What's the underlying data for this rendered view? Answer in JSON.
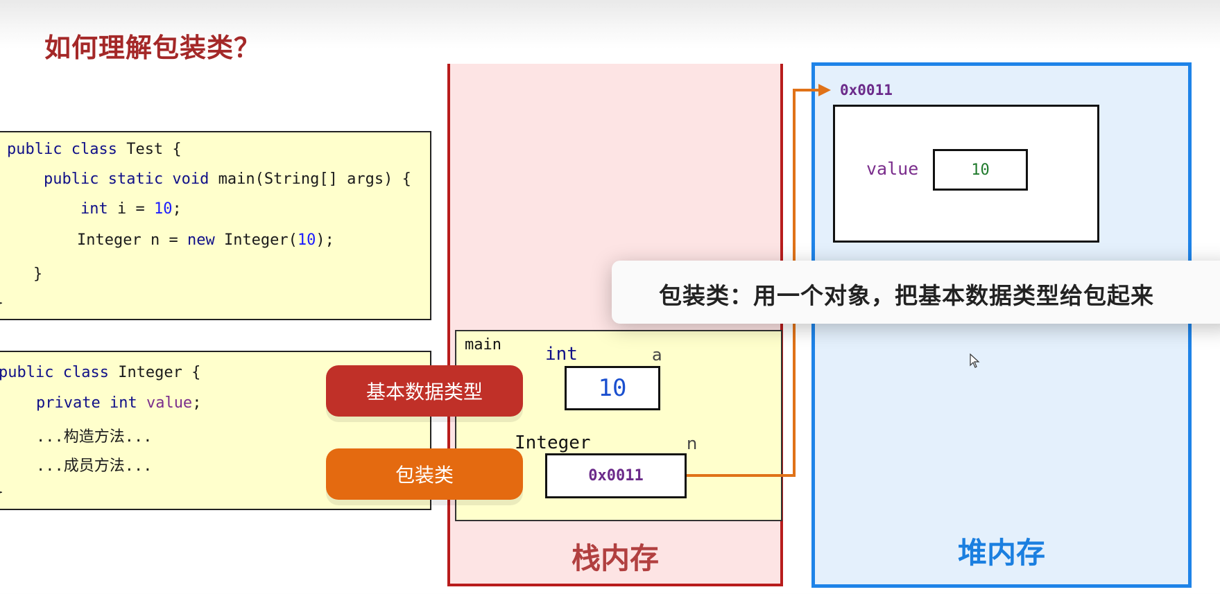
{
  "title": "如何理解包装类？",
  "code_test": {
    "l1": [
      {
        "t": "public class",
        "c": "kw"
      },
      {
        "t": " Test {",
        "c": ""
      }
    ],
    "l2": [
      {
        "t": "public static void",
        "c": "kw"
      },
      {
        "t": " main(String[] args) {",
        "c": ""
      }
    ],
    "l3": [
      {
        "t": "int",
        "c": "kw"
      },
      {
        "t": " i = ",
        "c": ""
      },
      {
        "t": "10",
        "c": "num"
      },
      {
        "t": ";",
        "c": ""
      }
    ],
    "l4": [
      {
        "t": "Integer n = ",
        "c": ""
      },
      {
        "t": "new",
        "c": "kw"
      },
      {
        "t": " Integer(",
        "c": ""
      },
      {
        "t": "10",
        "c": "num"
      },
      {
        "t": ");",
        "c": ""
      }
    ],
    "l5": [
      {
        "t": "}",
        "c": ""
      }
    ],
    "l6": [
      {
        "t": "}",
        "c": ""
      }
    ]
  },
  "code_integer": {
    "l1": [
      {
        "t": "public class",
        "c": "kw"
      },
      {
        "t": " Integer {",
        "c": ""
      }
    ],
    "l2": [
      {
        "t": "private int",
        "c": "kw"
      },
      {
        "t": " ",
        "c": ""
      },
      {
        "t": "value",
        "c": "fld"
      },
      {
        "t": ";",
        "c": ""
      }
    ],
    "l3": [
      {
        "t": "...构造方法...",
        "c": ""
      }
    ],
    "l4": [
      {
        "t": "...成员方法...",
        "c": ""
      }
    ],
    "l5": [
      {
        "t": "}",
        "c": ""
      }
    ]
  },
  "pills": {
    "primitive": "基本数据类型",
    "wrapper": "包装类"
  },
  "stack": {
    "label": "栈内存",
    "frame_name": "main",
    "var_a": {
      "type": "int",
      "name": "a",
      "value": "10"
    },
    "var_n": {
      "type": "Integer",
      "name": "n",
      "value": "0x0011"
    }
  },
  "heap": {
    "label": "堆内存",
    "address": "0x0011",
    "field_name": "value",
    "field_value": "10"
  },
  "callout": "包装类：用一个对象，把基本数据类型给包起来",
  "colors": {
    "stack_border": "#b81c1c",
    "heap_border": "#1e83e8",
    "arrow": "#e07218",
    "pill_primitive": "#c03028",
    "pill_wrapper": "#e46a10",
    "address_text": "#6b2a8a",
    "value_text": "#1f7a2c"
  }
}
